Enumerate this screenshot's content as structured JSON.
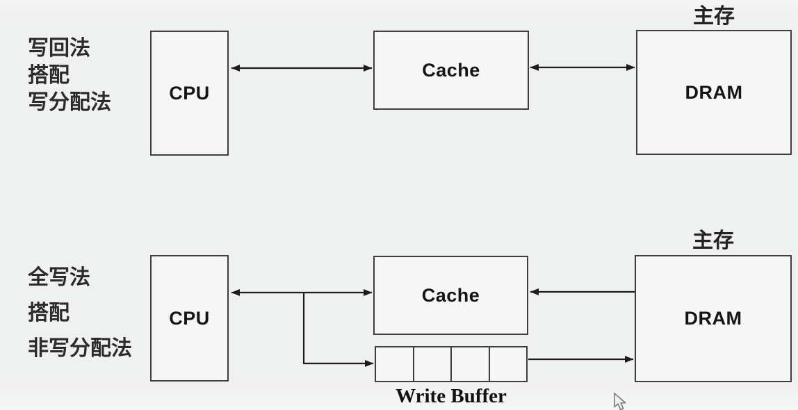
{
  "colors": {
    "background": "#eff0f0",
    "box_fill": "#f6f6f6",
    "box_border": "#3e3e3e",
    "line": "#1c1c1c",
    "text": "#161616"
  },
  "top_diagram": {
    "policy_lines": [
      "写回法",
      "搭配",
      "写分配法"
    ],
    "cpu_label": "CPU",
    "cache_label": "Cache",
    "dram_label": "DRAM",
    "main_memory_label": "主存",
    "connections": [
      "CPU <-> Cache",
      "Cache <-> DRAM"
    ]
  },
  "bottom_diagram": {
    "policy_lines": [
      "全写法",
      "搭配",
      "非写分配法"
    ],
    "cpu_label": "CPU",
    "cache_label": "Cache",
    "dram_label": "DRAM",
    "main_memory_label": "主存",
    "write_buffer_label": "Write Buffer",
    "write_buffer_cell_count": 4,
    "connections": [
      "CPU <-> Cache",
      "DRAM -> Cache",
      "CPU -> Write Buffer",
      "Write Buffer -> DRAM"
    ]
  },
  "cursor": {
    "icon": "mouse-pointer"
  }
}
